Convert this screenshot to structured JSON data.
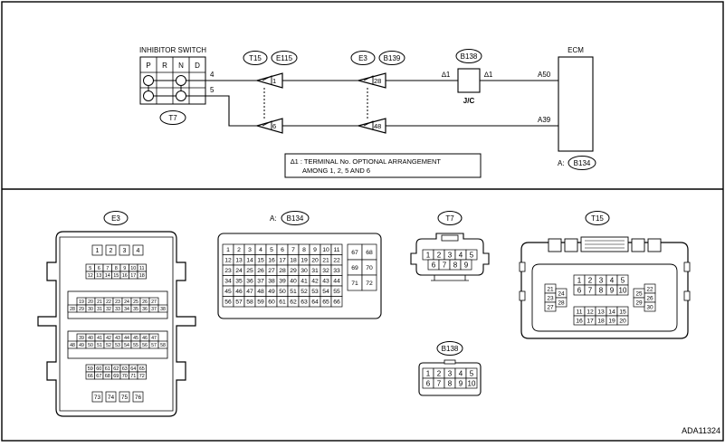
{
  "wiring": {
    "inhibitor_switch": {
      "title": "INHIBITOR SWITCH",
      "positions": [
        "P",
        "R",
        "N",
        "D"
      ],
      "pin_top": "4",
      "pin_bottom": "5",
      "connector": "T7"
    },
    "connectors": {
      "t15": "T15",
      "e115": "E115",
      "e3": "E3",
      "b139": "B139",
      "b138": "B138",
      "jc": "J/C",
      "b134": "B134"
    },
    "pins": {
      "t15_top": "1",
      "t15_bottom": "6",
      "e3_top": "28",
      "e3_bottom": "48",
      "jc_left": "∆1",
      "jc_right": "∆1"
    },
    "ecm": {
      "title": "ECM",
      "pin_a50": "A50",
      "pin_a39": "A39",
      "connector_prefix": "A:"
    },
    "note": {
      "line1": "∆1 : TERMINAL No. OPTIONAL ARRANGEMENT",
      "line2": "AMONG 1, 2, 5 AND 6"
    }
  },
  "connector_views": {
    "e3": {
      "label": "E3",
      "row_a": [
        "1",
        "2",
        "3",
        "4"
      ],
      "row_b": [
        "5",
        "6",
        "7",
        "8",
        "9",
        "10",
        "11"
      ],
      "row_c": [
        "12",
        "13",
        "14",
        "15",
        "16",
        "17",
        "18"
      ],
      "row_d": [
        "19",
        "20",
        "21",
        "22",
        "23",
        "24",
        "25",
        "26",
        "27"
      ],
      "row_e": [
        "28",
        "29",
        "30",
        "31",
        "32",
        "33",
        "34",
        "35",
        "36",
        "37",
        "38"
      ],
      "row_f": [
        "39",
        "40",
        "41",
        "42",
        "43",
        "44",
        "45",
        "46",
        "47"
      ],
      "row_g": [
        "48",
        "49",
        "50",
        "51",
        "52",
        "53",
        "54",
        "55",
        "56",
        "57",
        "58"
      ],
      "row_h": [
        "59",
        "60",
        "61",
        "62",
        "63",
        "64",
        "65"
      ],
      "row_i": [
        "66",
        "67",
        "68",
        "69",
        "70",
        "71",
        "72"
      ],
      "row_j": [
        "73",
        "74",
        "75",
        "76"
      ]
    },
    "b134": {
      "prefix": "A:",
      "label": "B134",
      "main": [
        [
          "1",
          "2",
          "3",
          "4",
          "5",
          "6",
          "7",
          "8",
          "9",
          "10",
          "11"
        ],
        [
          "12",
          "13",
          "14",
          "15",
          "16",
          "17",
          "18",
          "19",
          "20",
          "21",
          "22"
        ],
        [
          "23",
          "24",
          "25",
          "26",
          "27",
          "28",
          "29",
          "30",
          "31",
          "32",
          "33"
        ],
        [
          "34",
          "35",
          "36",
          "37",
          "38",
          "39",
          "40",
          "41",
          "42",
          "43",
          "44"
        ],
        [
          "45",
          "46",
          "47",
          "48",
          "49",
          "50",
          "51",
          "52",
          "53",
          "54",
          "55"
        ],
        [
          "56",
          "57",
          "58",
          "59",
          "60",
          "61",
          "62",
          "63",
          "64",
          "65",
          "66"
        ]
      ],
      "side": [
        [
          "67",
          "68"
        ],
        [
          "69",
          "70"
        ],
        [
          "71",
          "72"
        ]
      ]
    },
    "t7": {
      "label": "T7",
      "top": [
        "1",
        "2",
        "3",
        "4",
        "5"
      ],
      "bottom": [
        "6",
        "7",
        "8",
        "9"
      ]
    },
    "t15": {
      "label": "T15",
      "center_top": [
        "1",
        "2",
        "3",
        "4",
        "5"
      ],
      "center_bottom": [
        "6",
        "7",
        "8",
        "9",
        "10"
      ],
      "left": [
        "21",
        "23",
        "27"
      ],
      "left2": [
        "24",
        "28"
      ],
      "right": [
        "22",
        "26",
        "30"
      ],
      "right2": [
        "25",
        "29"
      ],
      "bottom_top": [
        "11",
        "12",
        "13",
        "14",
        "15"
      ],
      "bottom_bottom": [
        "16",
        "17",
        "18",
        "19",
        "20"
      ]
    },
    "b138": {
      "label": "B138",
      "top": [
        "1",
        "2",
        "3",
        "4",
        "5"
      ],
      "bottom": [
        "6",
        "7",
        "8",
        "9",
        "10"
      ]
    }
  },
  "figure_id": "ADA11324"
}
